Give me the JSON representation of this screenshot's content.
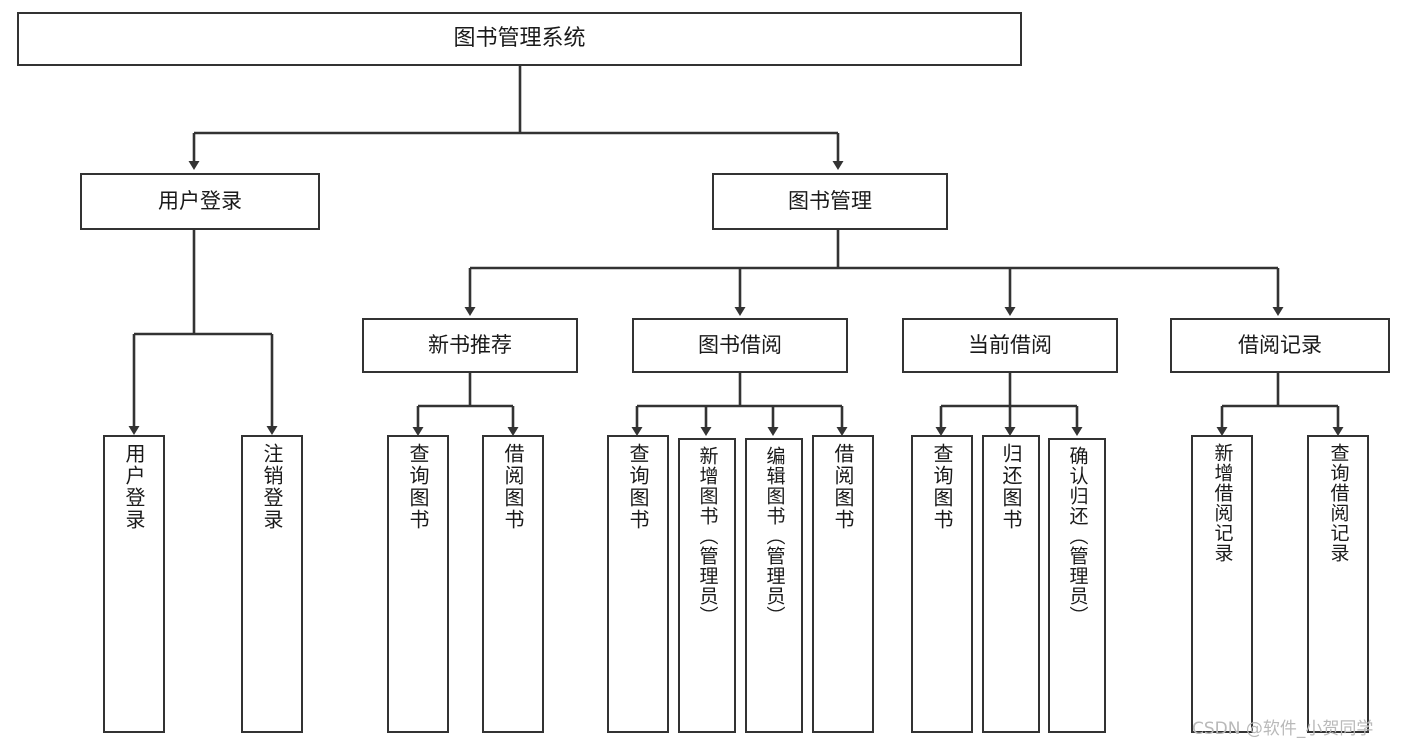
{
  "diagram": {
    "title": "图书管理系统",
    "type": "tree",
    "background_color": "#ffffff",
    "line_color": "#333333",
    "box_border_color": "#333333",
    "box_fill_color": "#ffffff",
    "text_color": "#1a1a1a",
    "levels": 4
  },
  "nodes": {
    "root": {
      "label": "图书管理系统"
    },
    "level2": [
      {
        "label": "用户登录"
      },
      {
        "label": "图书管理"
      }
    ],
    "level3": [
      {
        "label": "新书推荐"
      },
      {
        "label": "图书借阅"
      },
      {
        "label": "当前借阅"
      },
      {
        "label": "借阅记录"
      }
    ],
    "login_leaves": [
      {
        "label": "用户登录"
      },
      {
        "label": "注销登录"
      }
    ],
    "newbook_leaves": [
      {
        "label": "查询图书"
      },
      {
        "label": "借阅图书"
      }
    ],
    "borrow_leaves": [
      {
        "label": "查询图书"
      },
      {
        "label": "新增图书（管理员）"
      },
      {
        "label": "编辑图书（管理员）"
      },
      {
        "label": "借阅图书"
      }
    ],
    "current_leaves": [
      {
        "label": "查询图书"
      },
      {
        "label": "归还图书"
      },
      {
        "label": "确认归还（管理员）"
      }
    ],
    "record_leaves": [
      {
        "label": "新增借阅记录"
      },
      {
        "label": "查询借阅记录"
      }
    ]
  },
  "watermark": {
    "text": "CSDN @软件_小贺同学"
  }
}
